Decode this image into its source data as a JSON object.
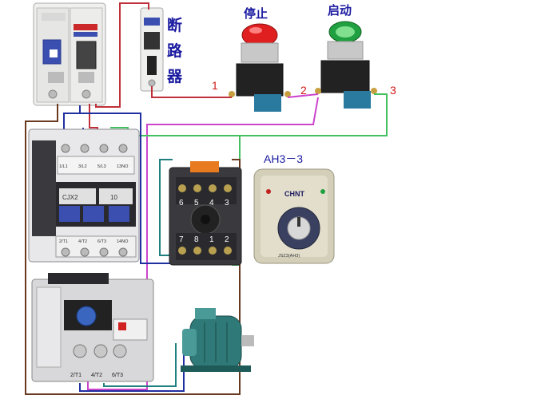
{
  "labels": {
    "breaker_title": [
      "断",
      "路",
      "器"
    ],
    "stop_button": "停止",
    "start_button": "启动",
    "timer_model": "AH3－3"
  },
  "wire_numbers": [
    "1",
    "2",
    "3"
  ],
  "relay_base": {
    "top_terminals": [
      "6",
      "5",
      "4",
      "3"
    ],
    "bottom_terminals": [
      "7",
      "8",
      "1",
      "2"
    ]
  },
  "contactor": {
    "model": "CJX2",
    "rating": "10",
    "top_terminals": [
      "1/L1",
      "3/L2",
      "5/L3",
      "13NO"
    ],
    "bottom_terminals": [
      "2/T1",
      "4/T2",
      "6/T3",
      "14NO"
    ]
  },
  "thermal_relay": {
    "bottom_terminals": [
      "2/T1",
      "4/T2",
      "6/T3"
    ]
  },
  "timer": {
    "brand": "CHNT",
    "model": "JSZ3(AH3)"
  },
  "colors": {
    "wire_red": "#c0303a",
    "wire_magenta": "#cc44cc",
    "wire_green": "#44c060",
    "wire_blue": "#2030a0",
    "wire_brown": "#6a3a20",
    "wire_teal": "#208080",
    "label_blue": "#1a1aa0",
    "label_red": "#d01818"
  }
}
